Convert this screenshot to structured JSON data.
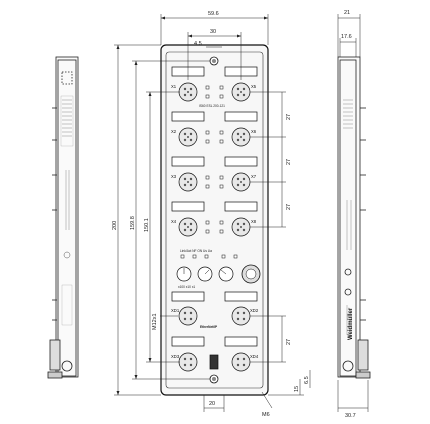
{
  "dimensions": {
    "total_width": "59.6",
    "top_30": "30",
    "top_4_5": "4.5",
    "overall_height": "200",
    "height_159_8": "159.8",
    "height_150_1": "150.1",
    "pitch_27_a": "27",
    "pitch_27_b": "27",
    "pitch_27_c": "27",
    "pitch_27_d": "27",
    "m12": "M12x1",
    "bottom_20": "20",
    "hole_m6": "M6",
    "b_15": "15",
    "b_6_5": "6.5",
    "side_21": "21",
    "side_17_6": "17.6",
    "side_30_7": "30.7"
  },
  "ports": {
    "x1": "X1",
    "x2": "X2",
    "x3": "X3",
    "x4": "X4",
    "x5": "X5",
    "x6": "X6",
    "x7": "X7",
    "x8": "X8",
    "xd1": "XD1",
    "xd2": "XD2",
    "xd3": "XD3",
    "xd4": "XD4"
  },
  "device": {
    "model": "IS60 ESL 200-121",
    "ethernet_label": "EtherNet/IP",
    "brand": "Weidmüller",
    "led_row": "Link/Act  NF  ON  Us  Ua",
    "rotary_labels": "x100  x10  x1"
  }
}
